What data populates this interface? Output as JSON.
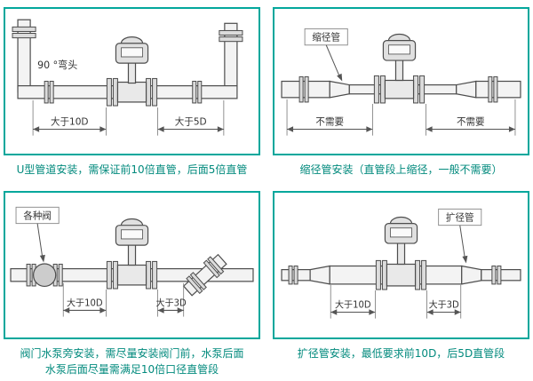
{
  "colors": {
    "accent": "#03a79c",
    "caption": "#028a7d",
    "line": "#4d4d4d"
  },
  "panels": [
    {
      "name": "u-pipe-installation",
      "callout": "90 °弯头",
      "dim_left": "大于10D",
      "dim_right": "大于5D",
      "caption": "U型管道安装，需保证前10倍直管，后面5倍直管"
    },
    {
      "name": "reducer-installation",
      "callout": "缩径管",
      "dim_left": "不需要",
      "dim_right": "不需要",
      "caption": "缩径管安装（直管段上缩径，一般不需要）"
    },
    {
      "name": "valve-pump-installation",
      "callout": "各种阀",
      "dim_left": "大于10D",
      "dim_right": "大于3D",
      "caption": "阀门水泵旁安装，需尽量安装阀门前，水泵后面",
      "caption2": "水泵后面尽量需满足10倍口径直管段"
    },
    {
      "name": "expander-installation",
      "callout": "扩径管",
      "dim_left": "大于10D",
      "dim_right": "大于3D",
      "caption": "扩径管安装，最低要求前10D，后5D直管段"
    }
  ]
}
